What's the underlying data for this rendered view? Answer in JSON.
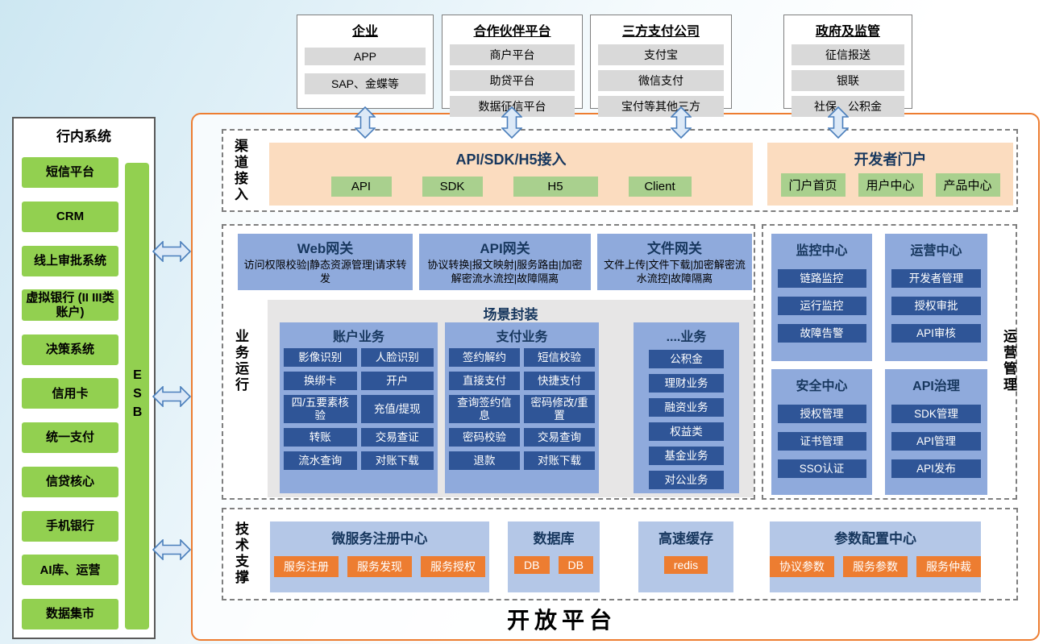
{
  "colors": {
    "platform_border": "#ED7D31",
    "sidebar_green": "#92D050",
    "channel_peach": "#FBDCBF",
    "button_green": "#A9D08E",
    "panel_blue": "#8FAADC",
    "item_dark_blue": "#2F5597",
    "tech_panel_blue": "#B4C7E7",
    "button_orange": "#ED7D31",
    "external_item_gray": "#D9D9D9"
  },
  "top_boxes": [
    {
      "title": "企业",
      "items": [
        "APP",
        "SAP、金蝶等"
      ]
    },
    {
      "title": "合作伙伴平台",
      "items": [
        "商户平台",
        "助贷平台",
        "数据征信平台"
      ]
    },
    {
      "title": "三方支付公司",
      "items": [
        "支付宝",
        "微信支付",
        "宝付等其他三方"
      ]
    },
    {
      "title": "政府及监管",
      "items": [
        "征信报送",
        "银联",
        "社保、公积金"
      ]
    }
  ],
  "left_panel": {
    "title": "行内系统",
    "esb": "ESB",
    "items": [
      "短信平台",
      "CRM",
      "线上审批系统",
      "虚拟银行 (II III类账户)",
      "决策系统",
      "信用卡",
      "统一支付",
      "信贷核心",
      "手机银行",
      "AI库、运营",
      "数据集市"
    ]
  },
  "platform": {
    "title": "开放平台",
    "channel": {
      "label": "渠道接入",
      "access_box": {
        "title": "API/SDK/H5接入",
        "buttons": [
          "API",
          "SDK",
          "H5",
          "Client"
        ]
      },
      "portal_box": {
        "title": "开发者门户",
        "buttons": [
          "门户首页",
          "用户中心",
          "产品中心"
        ]
      }
    },
    "business": {
      "label": "业务运行",
      "gateways": [
        {
          "title": "Web网关",
          "desc": "访问权限校验|静态资源管理|请求转发"
        },
        {
          "title": "API网关",
          "desc": "协议转换|报文映射|服务路由|加密解密流水流控|故障隔离"
        },
        {
          "title": "文件网关",
          "desc": "文件上传|文件下载|加密解密流水流控|故障隔离"
        }
      ],
      "scenario": {
        "title": "场景封装",
        "columns": [
          {
            "title": "账户业务",
            "items": [
              "影像识别",
              "人脸识别",
              "换绑卡",
              "开户",
              "四/五要素核验",
              "充值/提现",
              "转账",
              "交易查证",
              "流水查询",
              "对账下载"
            ]
          },
          {
            "title": "支付业务",
            "items": [
              "签约解约",
              "短信校验",
              "直接支付",
              "快捷支付",
              "查询签约信息",
              "密码修改/重置",
              "密码校验",
              "交易查询",
              "退款",
              "对账下载"
            ]
          },
          {
            "title": "....业务",
            "items": [
              "公积金",
              "理财业务",
              "融资业务",
              "权益类",
              "基金业务",
              "对公业务"
            ]
          }
        ]
      }
    },
    "operations": {
      "label": "运营管理",
      "panels": [
        {
          "title": "监控中心",
          "items": [
            "链路监控",
            "运行监控",
            "故障告警"
          ]
        },
        {
          "title": "运营中心",
          "items": [
            "开发者管理",
            "授权审批",
            "API审核"
          ]
        },
        {
          "title": "安全中心",
          "items": [
            "授权管理",
            "证书管理",
            "SSO认证"
          ]
        },
        {
          "title": "API治理",
          "items": [
            "SDK管理",
            "API管理",
            "API发布"
          ]
        }
      ]
    },
    "tech": {
      "label": "技术支撑",
      "panels": [
        {
          "title": "微服务注册中心",
          "buttons": [
            "服务注册",
            "服务发现",
            "服务授权"
          ]
        },
        {
          "title": "数据库",
          "buttons": [
            "DB",
            "DB"
          ]
        },
        {
          "title": "高速缓存",
          "buttons": [
            "redis"
          ]
        },
        {
          "title": "参数配置中心",
          "buttons": [
            "协议参数",
            "服务参数",
            "服务仲裁"
          ]
        }
      ]
    }
  }
}
